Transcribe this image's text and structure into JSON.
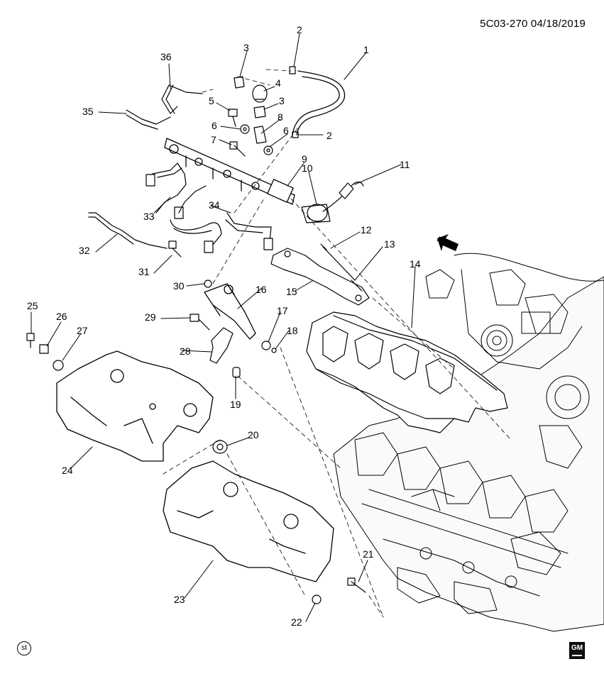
{
  "header": {
    "code": "5C03-270  04/18/2019"
  },
  "direction_label": "FRT",
  "badge": "st",
  "logo_text": "GM",
  "callouts": [
    "1",
    "2",
    "3",
    "3",
    "4",
    "5",
    "6",
    "6",
    "2",
    "7",
    "8",
    "9",
    "10",
    "11",
    "12",
    "13",
    "14",
    "15",
    "16",
    "17",
    "18",
    "19",
    "20",
    "21",
    "22",
    "23",
    "24",
    "25",
    "26",
    "27",
    "28",
    "29",
    "30",
    "31",
    "32",
    "33",
    "34",
    "35",
    "36"
  ]
}
